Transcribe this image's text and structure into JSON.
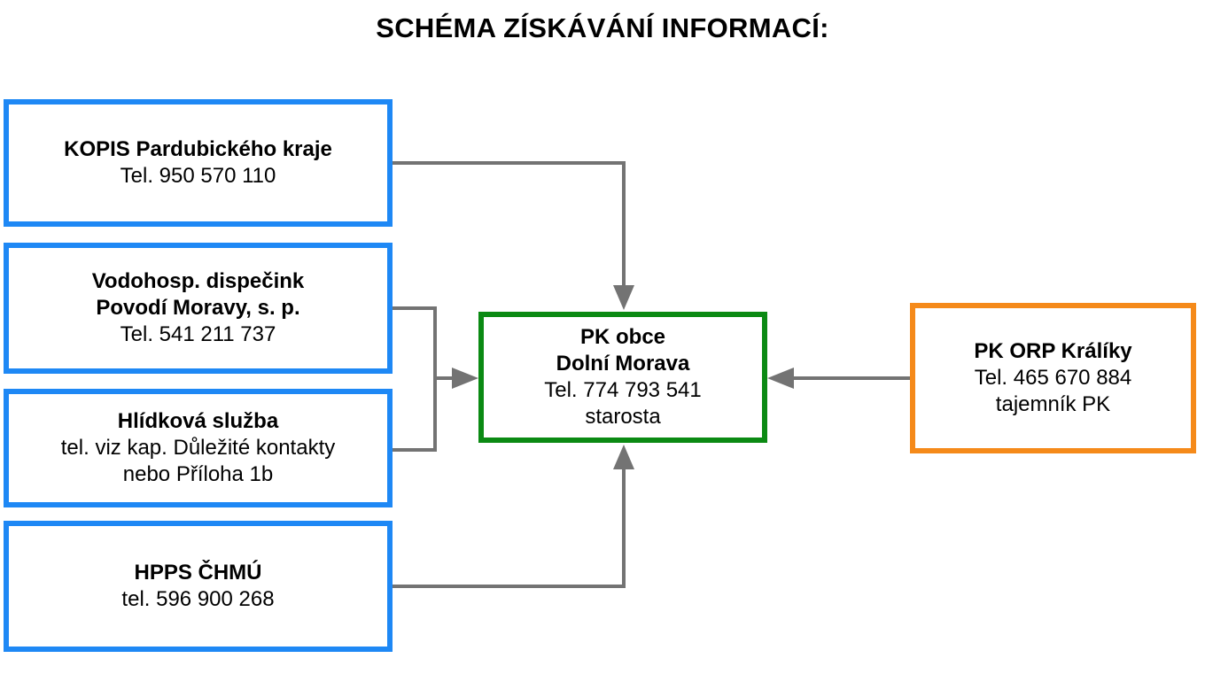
{
  "title": "SCHÉMA ZÍSKÁVÁNÍ INFORMACÍ:",
  "colors": {
    "source_border": "#1e88f5",
    "center_border": "#0b8a13",
    "orp_border": "#f58a1a",
    "connector": "#737373"
  },
  "sources": {
    "kopis": {
      "name": "KOPIS Pardubického kraje",
      "line1": "Tel. 950 570 110"
    },
    "vodo": {
      "name_line1": "Vodohosp. dispečink",
      "name_line2": "Povodí Moravy, s. p.",
      "line1": "Tel. 541 211 737"
    },
    "hlid": {
      "name": "Hlídková služba",
      "line1": "tel. viz kap. Důležité kontakty",
      "line2": "nebo Příloha 1b"
    },
    "hpps": {
      "name": "HPPS ČHMÚ",
      "line1": "tel. 596 900 268"
    }
  },
  "center": {
    "name_line1": "PK obce",
    "name_line2": "Dolní Morava",
    "line1": "Tel. 774 793 541",
    "line2": "starosta"
  },
  "orp": {
    "name": "PK ORP Králíky",
    "line1": "Tel. 465 670 884",
    "line2": "tajemník PK"
  }
}
